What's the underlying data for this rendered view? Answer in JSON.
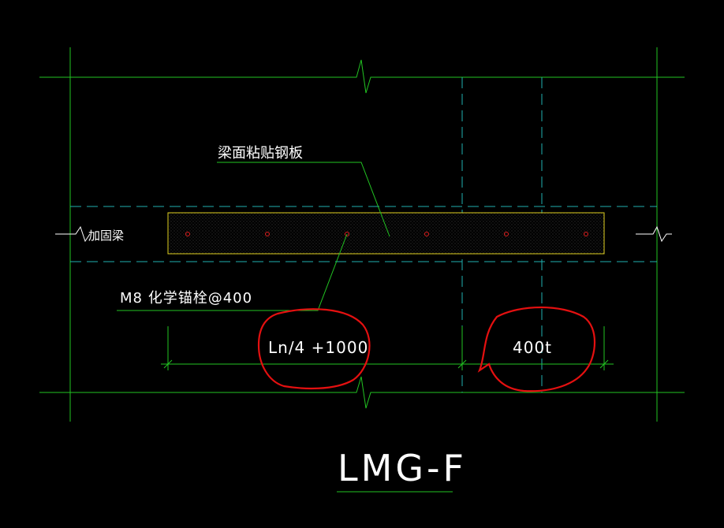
{
  "drawing": {
    "plate_label": "梁面粘贴钢板",
    "beam_label": "加固梁",
    "anchor_label": "M8 化学锚栓@400",
    "dim_left": "Ln/4 +1000",
    "dim_right": "400t",
    "title": "LMG-F"
  },
  "colors": {
    "line": "#22c322",
    "dash": "#1fb0b0",
    "plate": "#e0d020",
    "bolt": "#e02020",
    "markup": "#e41010",
    "text": "#ffffff"
  },
  "anchors": {
    "count": 6
  }
}
